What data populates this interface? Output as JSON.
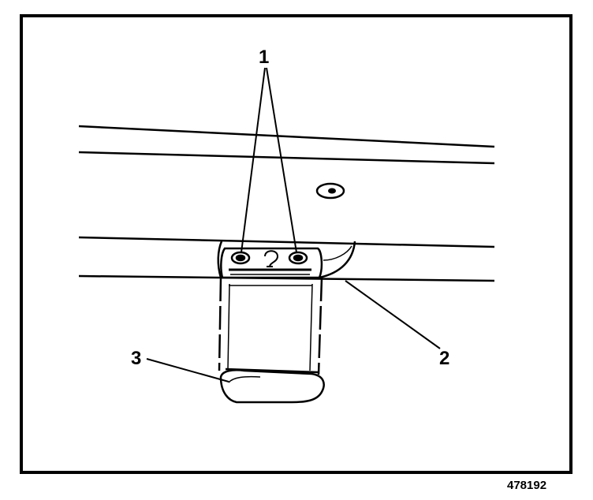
{
  "diagram": {
    "callouts": [
      "1",
      "2",
      "3"
    ],
    "figure_id": "478192",
    "colors": {
      "ink": "#000000",
      "paper": "#ffffff"
    },
    "parts": [
      "sunshade-panel",
      "mounting-screws",
      "support-bracket",
      "handle-strap",
      "pull-tab"
    ]
  }
}
